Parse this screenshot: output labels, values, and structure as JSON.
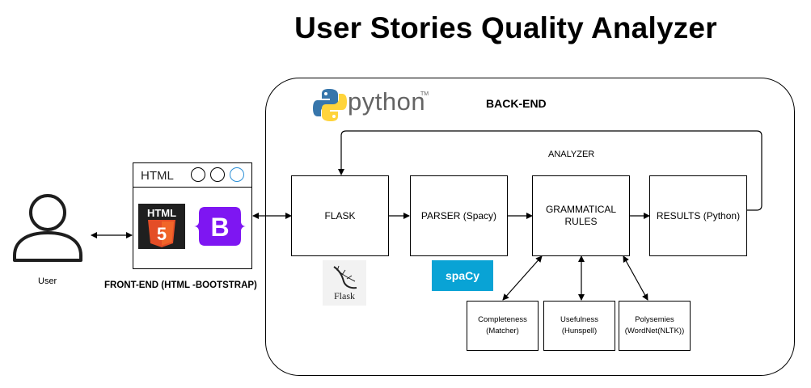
{
  "title": "User Stories Quality Analyzer",
  "user": {
    "label": "User"
  },
  "frontend": {
    "browser_label": "HTML",
    "html5_logo_text": "HTML",
    "html5_logo_number": "5",
    "bootstrap_logo_text": "B",
    "caption": "FRONT-END (HTML -BOOTSTRAP)"
  },
  "backend": {
    "python_logo_text": "python",
    "python_tm": "TM",
    "label": "BACK-END",
    "analyzer_label": "ANALYZER",
    "flask_logo_text": "Flask",
    "spacy_logo_text": "spaCy"
  },
  "boxes": {
    "flask": "FLASK",
    "parser": "PARSER (Spacy)",
    "grammatical_line1": "GRAMMATICAL",
    "grammatical_line2": "RULES",
    "results": "RESULTS (Python)"
  },
  "rules": {
    "completeness_line1": "Completeness",
    "completeness_line2": "(Matcher)",
    "usefulness_line1": "Usefulness",
    "usefulness_line2": "(Hunspell)",
    "polysemies_line1": "Polysemies",
    "polysemies_line2": "(WordNet(NLTK))"
  },
  "colors": {
    "html5_orange": "#e44d26",
    "html5_dark": "#1f1f1f",
    "bootstrap_purple": "#7e16f2",
    "spacy_blue": "#09a3d5",
    "python_blue": "#3776ab",
    "python_yellow": "#ffd43b",
    "browser_circle_accent": "#2b8fd6"
  }
}
